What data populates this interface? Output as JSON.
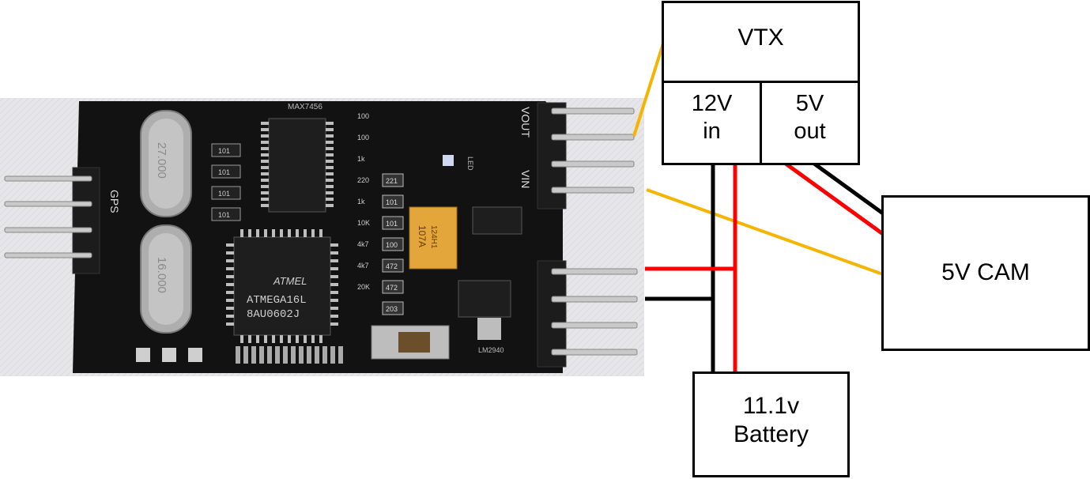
{
  "diagram": {
    "vtx": {
      "title": "VTX",
      "left_port": "12V\nin",
      "right_port": "5V\nout"
    },
    "camera": {
      "label": "5V CAM"
    },
    "battery": {
      "label": "11.1v\nBattery"
    }
  },
  "board": {
    "header_left": "GPS",
    "header_right_top": "VOUT",
    "header_right_bottom": "VIN",
    "mcu_brand": "ATMEL",
    "mcu_line1": "ATMEGA16L",
    "mcu_line2": "8AU0602J",
    "osd_chip": "MAX7456",
    "cap_line1": "107A",
    "cap_line2": "124H1",
    "regulator": "LM2940",
    "led": "LED",
    "crystal_1": "27.000",
    "crystal_2": "16.000",
    "resistors": [
      "101",
      "101",
      "101",
      "101"
    ],
    "smd_right": [
      "221",
      "101",
      "101",
      "100",
      "472",
      "472",
      "203"
    ],
    "smd_left": [
      "100",
      "100",
      "1k",
      "220",
      "1k",
      "10K",
      "4k7",
      "4k7",
      "20K"
    ]
  },
  "colors": {
    "video": "#f5b400",
    "positive": "#ff0000",
    "ground": "#000000",
    "pcb": "#121212",
    "photo_bg": "#e6e6e8"
  }
}
